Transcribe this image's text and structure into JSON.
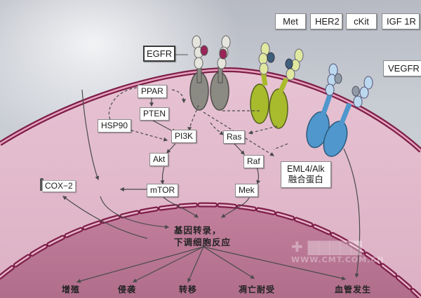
{
  "diagram": {
    "type": "signaling-pathway",
    "receptors": {
      "egfr": "EGFR",
      "top_row": [
        "Met",
        "HER2",
        "cKit",
        "IGF 1R"
      ],
      "vegfr": "VEGFR"
    },
    "nodes": {
      "ppar": "PPAR",
      "pten": "PTEN",
      "hsp90": "HSP90",
      "pi3k": "PI3K",
      "ras": "Ras",
      "akt": "Akt",
      "raf": "Raf",
      "mtor": "mTOR",
      "mek": "Mek",
      "cox2": "COX−2",
      "eml4_line1": "EML4/Alk",
      "eml4_line2": "融合蛋白"
    },
    "nucleus": {
      "line1": "基因转录，",
      "line2": "下调细胞反应"
    },
    "outcomes": [
      "增殖",
      "侵袭",
      "转移",
      "凋亡耐受",
      "血管发生"
    ],
    "watermark": "WWW.CMT.COM.CN",
    "colors": {
      "background_top": "#c4c8d0",
      "cytoplasm": "#e2bccd",
      "nucleus": "#b77793",
      "membrane": "#8a1f4e",
      "egfr_receptor": "#8b8a83",
      "her_receptor": "#a8bb2c",
      "vegfr_receptor": "#4f97cc",
      "ligand_egfr": "#9a2559",
      "ligand_her": "#3e607c",
      "ligand_vegfr": "#8f9aa6"
    }
  }
}
